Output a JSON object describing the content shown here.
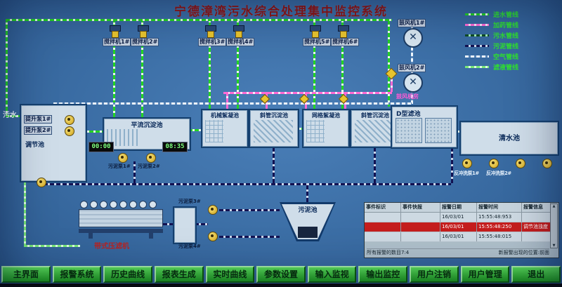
{
  "title": "宁德漳湾污水综合处理集中监控系统",
  "legend": {
    "items": [
      {
        "label": "进水管线",
        "color": "#23d523"
      },
      {
        "label": "加药管线",
        "color": "#ff6ad5"
      },
      {
        "label": "污水管线",
        "color": "#0e4c26"
      },
      {
        "label": "污泥管线",
        "color": "#121252"
      },
      {
        "label": "空气管线",
        "color": "#eef6ff"
      },
      {
        "label": "滤液管线",
        "color": "#79e879"
      }
    ]
  },
  "labels": {
    "influent": "污水"
  },
  "timers": {
    "t1": "00:00",
    "t2": "08:35"
  },
  "tanks": {
    "regulating": "调节池",
    "horizontal_sedimentation": "平流沉淀池",
    "mechanical_flocculation": "机械絮凝池",
    "inclined_tube_sedimentation_1": "斜管沉淀池",
    "grid_flocculation": "网格絮凝池",
    "inclined_tube_sedimentation_2": "斜管沉淀池",
    "d_type_filter": "D型滤池",
    "clear_water": "清水池",
    "sludge_pool": "污泥池",
    "belt_filter_press": "带式压滤机"
  },
  "devices": {
    "mixers": [
      {
        "label": "搅拌机1#"
      },
      {
        "label": "搅拌机2#"
      },
      {
        "label": "搅拌机3#"
      },
      {
        "label": "搅拌机4#"
      },
      {
        "label": "搅拌机5#"
      },
      {
        "label": "搅拌机6#"
      }
    ],
    "blowers": [
      {
        "label": "鼓风机1#"
      },
      {
        "label": "鼓风机2#"
      }
    ],
    "blower_room": "鼓风机房",
    "lift_pumps": [
      {
        "label": "提升泵1#"
      },
      {
        "label": "提升泵2#"
      }
    ],
    "sludge_pumps": [
      {
        "label": "污泥泵1#"
      },
      {
        "label": "污泥泵2#"
      },
      {
        "label": "污泥泵3#"
      },
      {
        "label": "污泥泵4#"
      }
    ],
    "backwash_pumps": [
      {
        "label": "反冲洗泵1#"
      },
      {
        "label": "反冲洗泵2#"
      }
    ]
  },
  "alarm_panel": {
    "headers": [
      "事件标识",
      "事件快报",
      "报警日期",
      "报警时间",
      "报警信息"
    ],
    "rows": [
      {
        "id": "",
        "event": "",
        "date": "16/03/01",
        "time": "15:55:48:953",
        "info": ""
      },
      {
        "id": "",
        "event": "",
        "date": "16/03/01",
        "time": "15:55:48:250",
        "info": "调节池浊度"
      },
      {
        "id": "",
        "event": "",
        "date": "16/03/01",
        "time": "15:55:48:015",
        "info": ""
      }
    ],
    "footer_left": "所有报警的数目7:4",
    "footer_right": "新报警出现的位置:前面"
  },
  "nav": [
    {
      "label": "主界面"
    },
    {
      "label": "报警系统"
    },
    {
      "label": "历史曲线"
    },
    {
      "label": "报表生成"
    },
    {
      "label": "实时曲线"
    },
    {
      "label": "参数设置"
    },
    {
      "label": "输入监视"
    },
    {
      "label": "输出监控"
    },
    {
      "label": "用户注销"
    },
    {
      "label": "用户管理"
    },
    {
      "label": "退出"
    }
  ]
}
